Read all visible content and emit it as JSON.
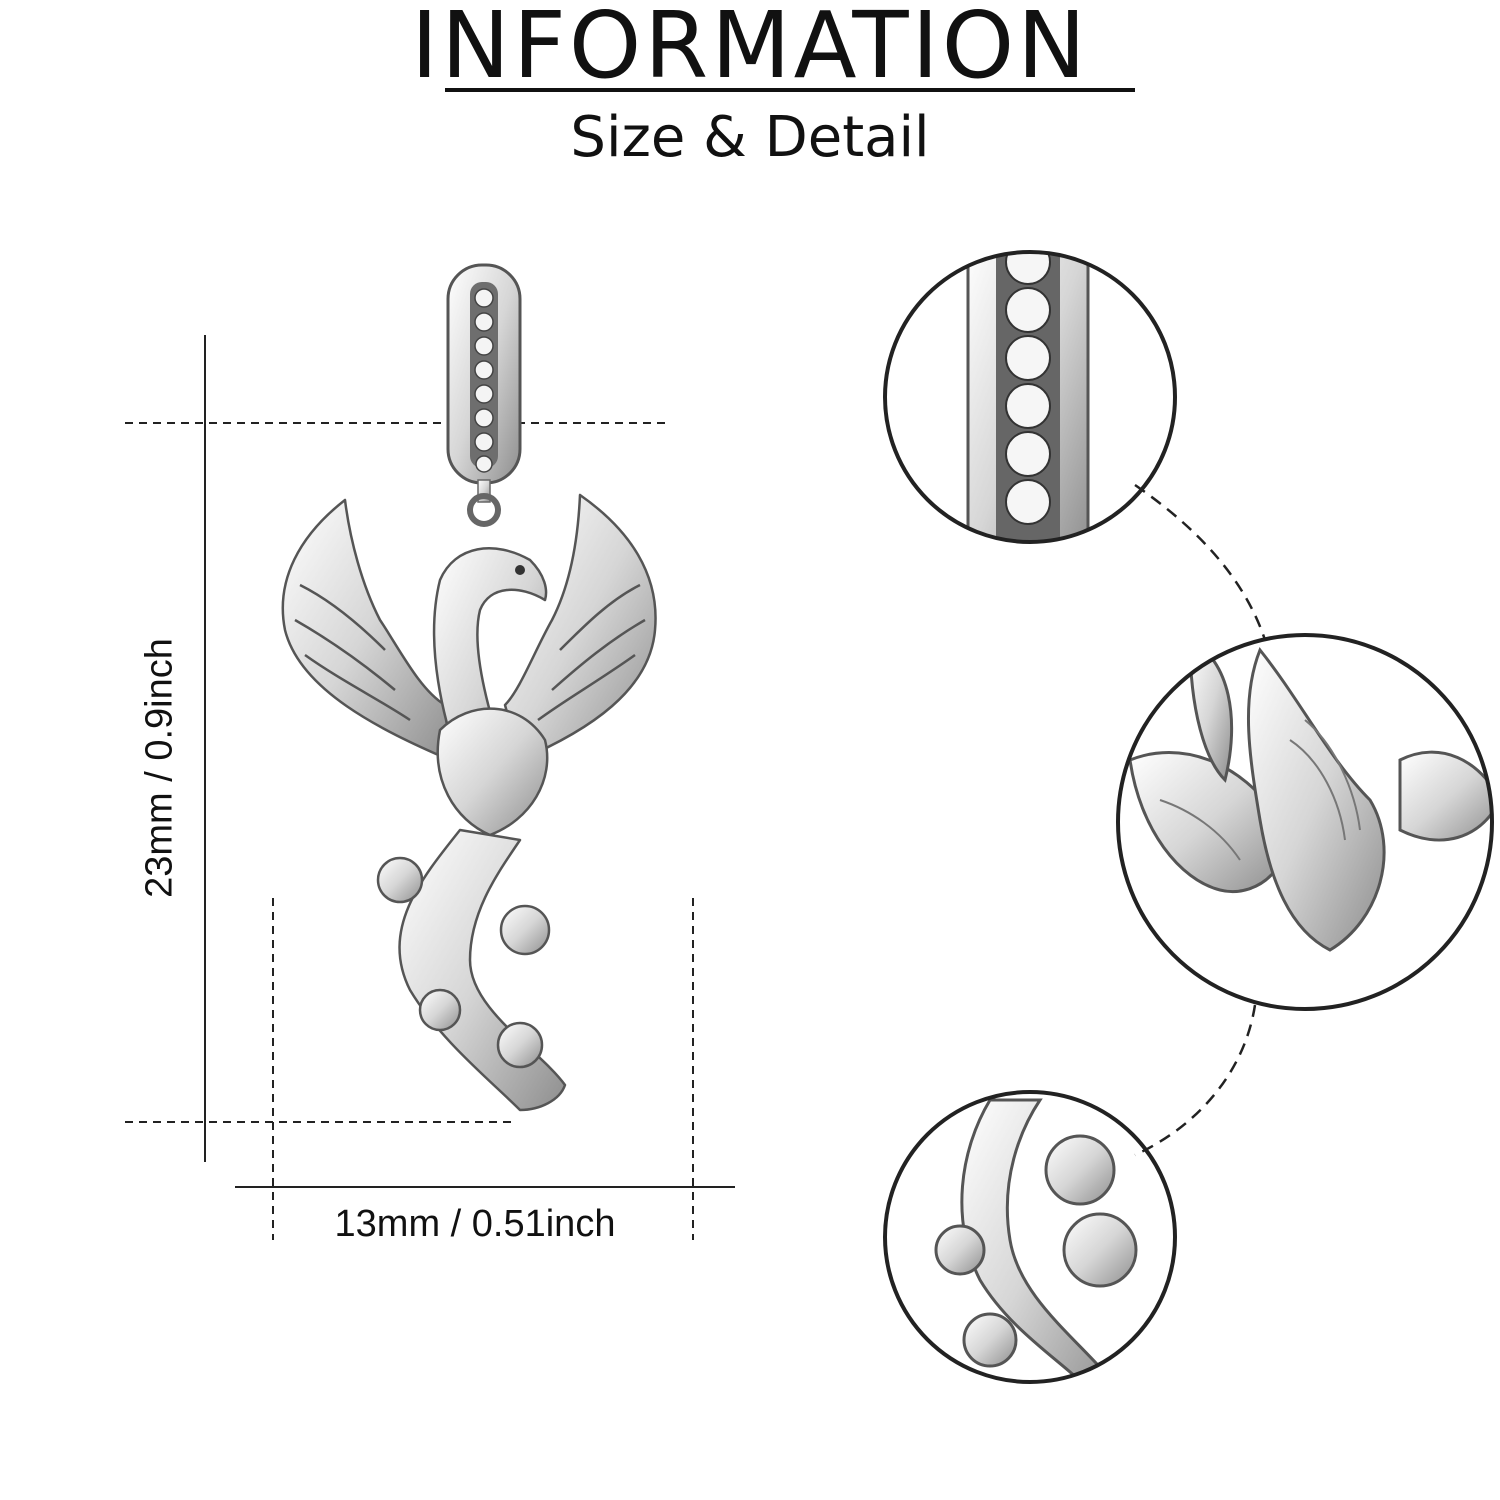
{
  "header": {
    "title": "INFORMATION",
    "subtitle": "Size & Detail"
  },
  "dimensions": {
    "height_label": "23mm / 0.9inch",
    "width_label": "13mm / 0.51inch"
  },
  "product": {
    "icon": "phoenix-charm-icon",
    "metal_color": "#c9c9c9",
    "stone_color": "#f4f4f4"
  },
  "details": {
    "count": 3,
    "items": [
      "bail-stones-zoom",
      "phoenix-body-zoom",
      "tail-scroll-zoom"
    ]
  }
}
